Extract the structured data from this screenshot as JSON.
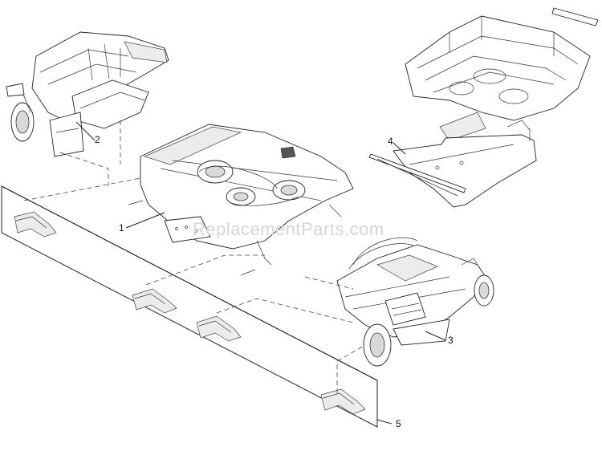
{
  "watermark": "ReplacementParts.com",
  "callouts": [
    {
      "id": "1",
      "text": "1"
    },
    {
      "id": "2",
      "text": "2"
    },
    {
      "id": "3",
      "text": "3"
    },
    {
      "id": "4",
      "text": "4"
    },
    {
      "id": "5",
      "text": "5"
    }
  ]
}
